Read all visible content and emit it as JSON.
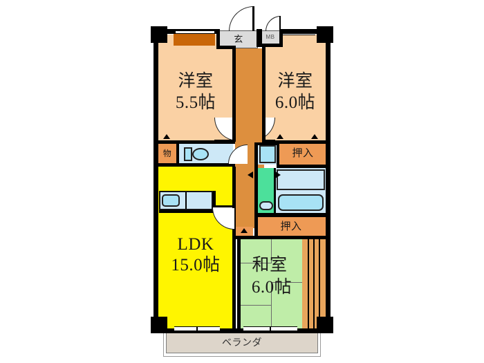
{
  "plan": {
    "type": "japanese-apartment-floor-plan",
    "layout_code": "3LDK",
    "rooms": [
      {
        "id": "washitsu",
        "name": "和室",
        "size": "6.0帖",
        "kind": "japanese-tatami"
      },
      {
        "id": "ldk",
        "name": "LDK",
        "size": "15.0帖",
        "kind": "living-dining-kitchen"
      },
      {
        "id": "yoshitsu_left",
        "name": "洋室",
        "size": "5.5帖",
        "kind": "western"
      },
      {
        "id": "yoshitsu_right",
        "name": "洋室",
        "size": "6.0帖",
        "kind": "western"
      }
    ],
    "labels": {
      "yoshitsu_left_name": "洋室",
      "yoshitsu_left_size": "5.5帖",
      "yoshitsu_right_name": "洋室",
      "yoshitsu_right_size": "6.0帖",
      "ldk_name": "LDK",
      "ldk_size": "15.0帖",
      "washitsu_name": "和室",
      "washitsu_size": "6.0帖",
      "genkan": "玄",
      "meter_box": "MB",
      "storage": "物",
      "closet_upper": "押入",
      "closet_lower": "押入",
      "veranda": "ベランダ"
    },
    "colors": {
      "western_room": "#FAD1A4",
      "ldk": "#FFF500",
      "tatami": "#BFEDA8",
      "corridor": "#DD8F3E",
      "closet": "#EE9A55",
      "closet_dark": "#C96608",
      "genkan": "#DCDCDC",
      "wet_area": "#CDE8F7",
      "shower": "#4CE09B",
      "tub": "#A8E2F5",
      "veranda": "#DDD5CA",
      "wood_door": "#E8A55C",
      "wall": "#000000"
    },
    "fixtures": [
      {
        "name": "toilet",
        "location": "north-west of corridor"
      },
      {
        "name": "bathtub",
        "location": "east wet area"
      },
      {
        "name": "wash-basin",
        "location": "east wet area"
      },
      {
        "name": "kitchen-sink-counter",
        "location": "north of LDK"
      },
      {
        "name": "shower-unit",
        "location": "centre wet area"
      }
    ]
  }
}
